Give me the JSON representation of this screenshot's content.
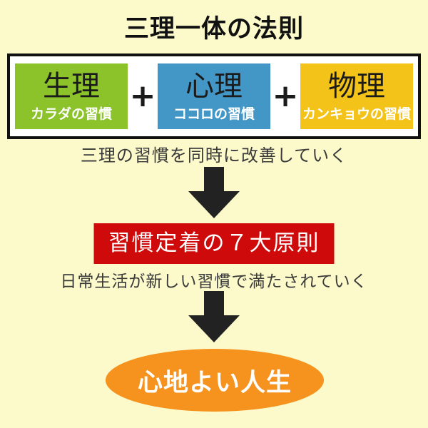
{
  "title": "三理一体の法則",
  "formula": {
    "plus": "+",
    "boxes": [
      {
        "name": "生理",
        "sub": "カラダの習慣",
        "color": "#8CC32B"
      },
      {
        "name": "心理",
        "sub": "ココロの習慣",
        "color": "#4397C7"
      },
      {
        "name": "物理",
        "sub": "カンキョウの習慣",
        "color": "#F3C319"
      }
    ]
  },
  "caption_top": "三理の習慣を同時に改善していく",
  "principle": {
    "label": "習慣定着の７大原則",
    "color": "#CE0A0A"
  },
  "caption_bottom": "日常生活が新しい習慣で満たされていく",
  "result": {
    "label": "心地よい人生",
    "color": "#F6921E"
  },
  "colors": {
    "background": "#FCFACA",
    "arrow": "#222222",
    "box_border": "#111111"
  }
}
